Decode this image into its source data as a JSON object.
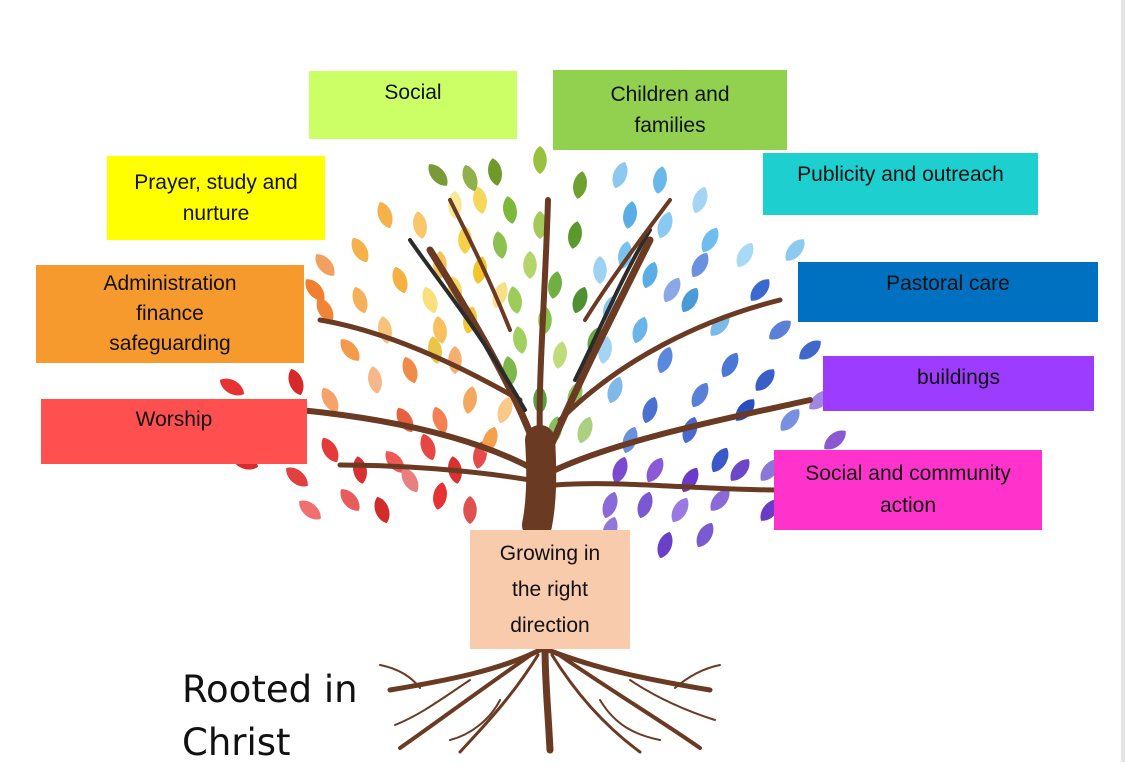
{
  "boxes": {
    "social": {
      "lines": [
        "Social"
      ],
      "color": "#ccff66"
    },
    "children": {
      "lines": [
        "Children and",
        "families"
      ],
      "color": "#92d050"
    },
    "prayer": {
      "lines": [
        "Prayer, study and",
        "nurture"
      ],
      "color": "#ffff00"
    },
    "publicity": {
      "lines": [
        "Publicity and outreach"
      ],
      "color": "#1dcfcf"
    },
    "admin": {
      "lines": [
        "Administration",
        "finance",
        "safeguarding"
      ],
      "color": "#f79a2e"
    },
    "pastoral": {
      "lines": [
        "Pastoral care"
      ],
      "color": "#0070c0"
    },
    "buildings": {
      "lines": [
        "buildings"
      ],
      "color": "#9b3cff"
    },
    "worship": {
      "lines": [
        "Worship"
      ],
      "color": "#ff4f4f"
    },
    "community": {
      "lines": [
        "Social and community",
        "action"
      ],
      "color": "#ff33cc"
    },
    "growing": {
      "lines": [
        "Growing in",
        "the right",
        "direction"
      ],
      "color": "#f8cbad"
    }
  },
  "rooted": {
    "lines": [
      "Rooted in",
      "Christ"
    ]
  },
  "tree_colors": {
    "trunk": "#6b3a22",
    "roots": "#6b3a22",
    "dark_branch": "#2b2b2b"
  }
}
